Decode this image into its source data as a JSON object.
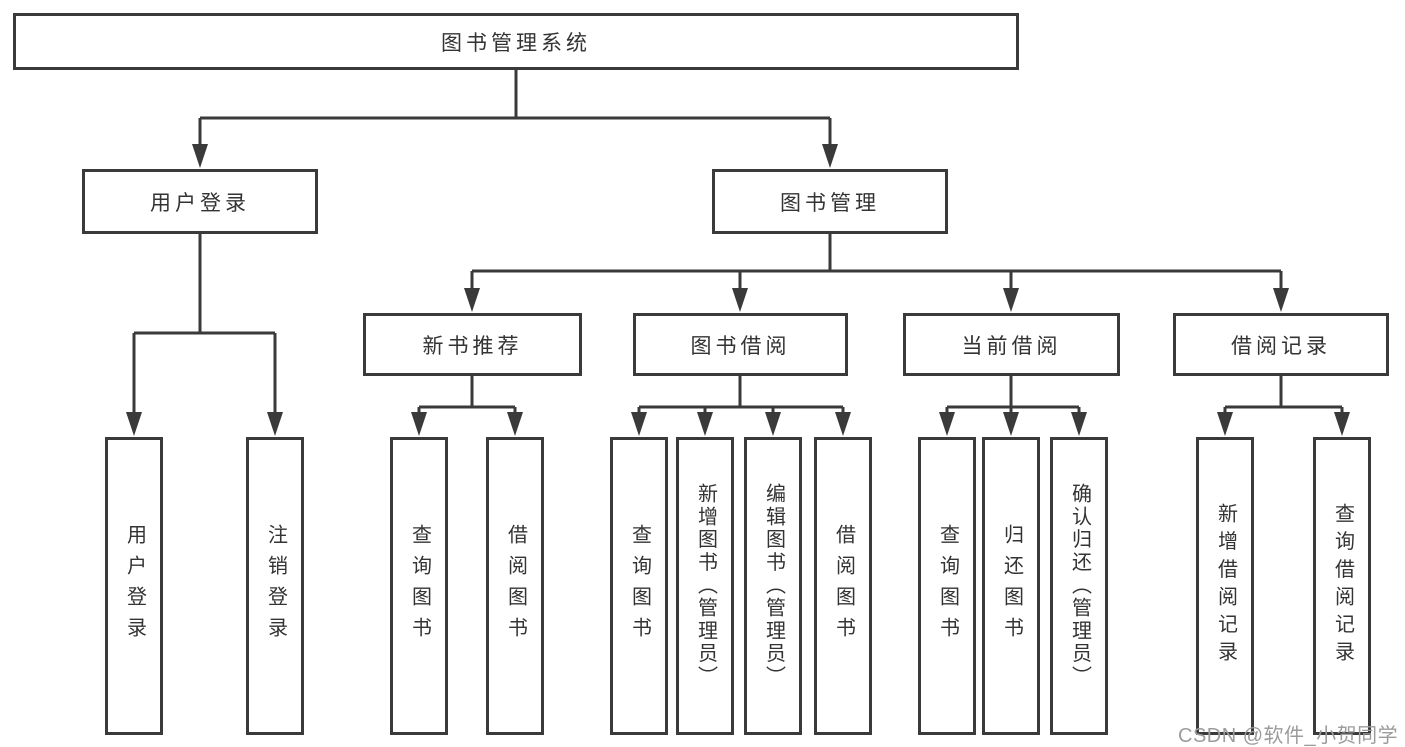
{
  "tree": {
    "root": {
      "label": "图书管理系统"
    },
    "branches": [
      {
        "label": "用户登录",
        "children": [
          {
            "label": "用户登录"
          },
          {
            "label": "注销登录"
          }
        ]
      },
      {
        "label": "图书管理",
        "children": [
          {
            "label": "新书推荐",
            "children": [
              {
                "label": "查询图书"
              },
              {
                "label": "借阅图书"
              }
            ]
          },
          {
            "label": "图书借阅",
            "children": [
              {
                "label": "查询图书"
              },
              {
                "label": "新增图书（管理员）"
              },
              {
                "label": "编辑图书（管理员）"
              },
              {
                "label": "借阅图书"
              }
            ]
          },
          {
            "label": "当前借阅",
            "children": [
              {
                "label": "查询图书"
              },
              {
                "label": "归还图书"
              },
              {
                "label": "确认归还（管理员）"
              }
            ]
          },
          {
            "label": "借阅记录",
            "children": [
              {
                "label": "新增借阅记录"
              },
              {
                "label": "查询借阅记录"
              }
            ]
          }
        ]
      }
    ]
  },
  "watermark": {
    "text": "CSDN @软件_小贺同学"
  },
  "colors": {
    "line": "#3a3a3a",
    "box_border": "#3a3a3a",
    "text": "#333333",
    "background": "#ffffff",
    "watermark": "#9c9c9c"
  }
}
